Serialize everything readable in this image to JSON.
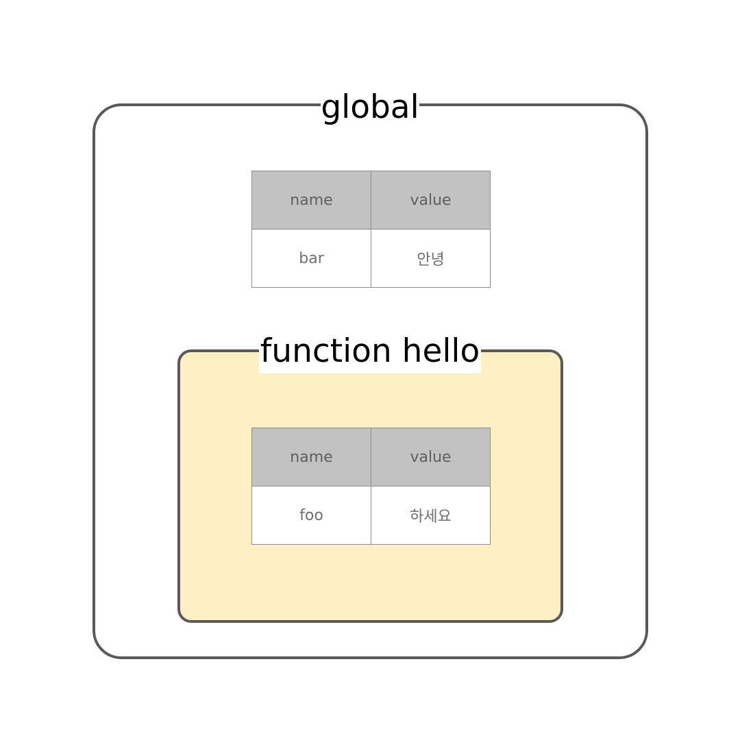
{
  "scopes": {
    "global": {
      "label": "global",
      "columns": [
        "name",
        "value"
      ],
      "rows": [
        {
          "name": "bar",
          "value": "안녕"
        }
      ]
    },
    "hello": {
      "label": "function hello",
      "columns": [
        "name",
        "value"
      ],
      "rows": [
        {
          "name": "foo",
          "value": "하세요"
        }
      ]
    }
  },
  "colors": {
    "border": "#595959",
    "function_scope_fill": "#fff0c4",
    "table_header_fill": "#c2c2c2",
    "table_border": "#8e8e8e"
  }
}
